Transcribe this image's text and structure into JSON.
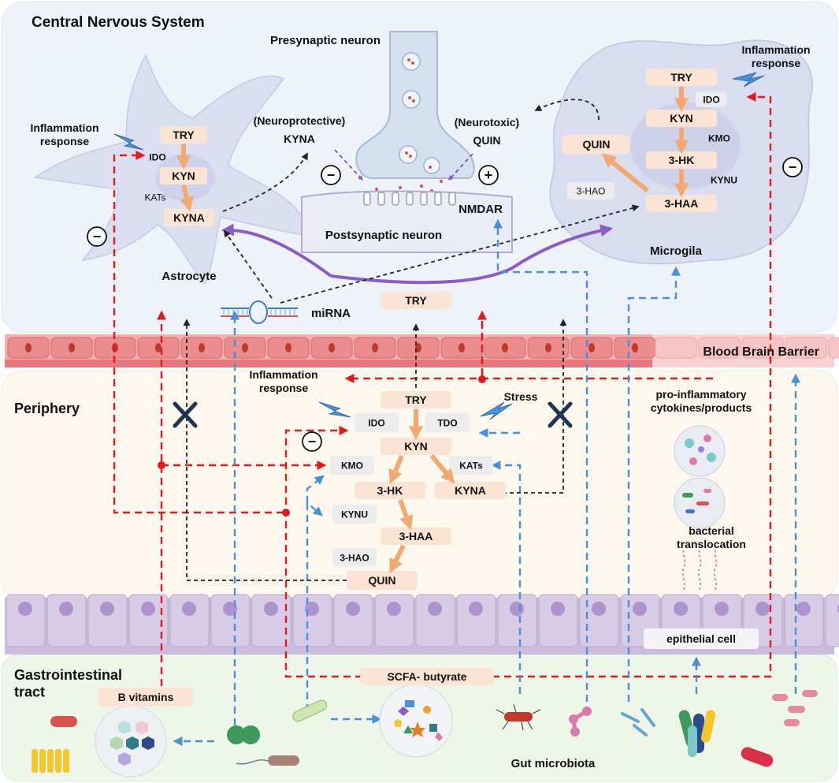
{
  "regions": {
    "cns": "Central Nervous System",
    "periphery": "Periphery",
    "gi": "Gastrointestinal\ntract",
    "bbb": "Blood Brain Barrier"
  },
  "cells": {
    "presynaptic": "Presynaptic neuron",
    "postsynaptic": "Postsynaptic neuron",
    "astrocyte": "Astrocyte",
    "microglia": "Microgila",
    "nmdar": "NMDAR",
    "mirna": "miRNA"
  },
  "astrocyte_path": {
    "try": "TRY",
    "kyn": "KYN",
    "kyna": "KYNA",
    "ido": "IDO",
    "kats": "KATs",
    "inflammation": "Inflammation\nresponse"
  },
  "synapse": {
    "neuroprotective": "(Neuroprotective)",
    "kyna": "KYNA",
    "neurotoxic": "(Neurotoxic)",
    "quin": "QUIN",
    "minus": "−",
    "plus": "+"
  },
  "microglia_path": {
    "try": "TRY",
    "ido": "IDO",
    "kyn": "KYN",
    "kmo": "KMO",
    "hk": "3-HK",
    "kynu": "KYNU",
    "haa": "3-HAA",
    "hao": "3-HAO",
    "quin": "QUIN",
    "inflammation": "Inflammation\nresponse"
  },
  "cns_try": "TRY",
  "periphery_path": {
    "try": "TRY",
    "ido": "IDO",
    "tdo": "TDO",
    "kyn": "KYN",
    "kmo": "KMO",
    "kats": "KATs",
    "hk": "3-HK",
    "kyna": "KYNA",
    "kynu": "KYNU",
    "haa": "3-HAA",
    "hao": "3-HAO",
    "quin": "QUIN",
    "inflammation": "Inflammation\nresponse",
    "stress": "Stress"
  },
  "right_panel": {
    "cytokines": "pro-inflammatory\ncytokines/products",
    "translocation": "bacterial\ntranslocation",
    "epithelial": "epithelial cell"
  },
  "gi": {
    "b_vitamins": "B vitamins",
    "scfa": "SCFA- butyrate",
    "microbiota": "Gut microbiota"
  },
  "colors": {
    "red_path": "#e31a1c",
    "blue_path": "#4a90d9",
    "black_path": "#222222",
    "cns_bg": "#eef2f9",
    "periphery_bg": "#fdf8ee",
    "gi_bg": "#eef5e9",
    "node_fill": "#fbe4d4",
    "arrow_orange": "#f3a86f",
    "purple": "#8a5cc8",
    "bbb_red": "#e7777a",
    "epithelium": "#c9b9d9"
  }
}
